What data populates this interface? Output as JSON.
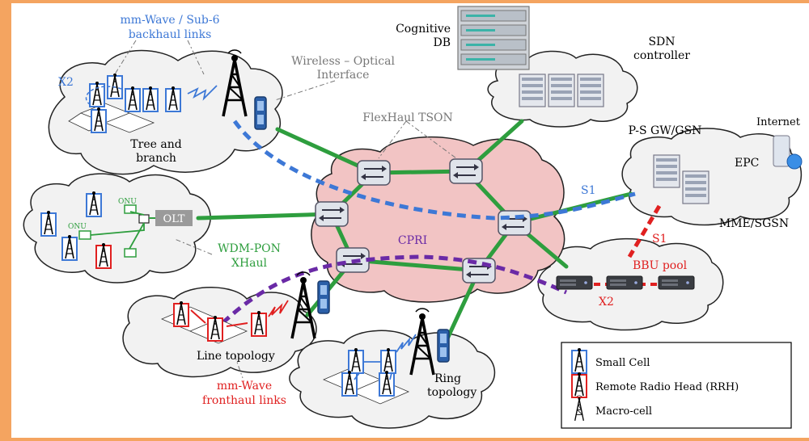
{
  "colors": {
    "border": "#f4a460",
    "cloud_fill": "#f2f2f2",
    "core_cloud_fill": "#f2c4c4",
    "link_green": "#2e9e3e",
    "dashed_blue": "#3d78d6",
    "dashed_purple": "#6a2aa6",
    "dashed_red": "#e02020",
    "text_blue": "#3d78d6",
    "text_green": "#2e9e3e",
    "text_red": "#e02020",
    "text_gray": "#777777"
  },
  "labels": {
    "mmwave_backhaul": [
      "mm-Wave / Sub-6",
      "backhaul links"
    ],
    "x2_left": "X2",
    "wireless_optical": [
      "Wireless – Optical",
      "Interface"
    ],
    "cognitive_db": [
      "Cognitive",
      "DB"
    ],
    "sdn_controller": [
      "SDN",
      "controller"
    ],
    "flexhaul": "FlexHaul TSON",
    "internet": "Internet",
    "psgw": "P-S GW/GSN",
    "epc": "EPC",
    "s1_top": "S1",
    "mme": "MME/SGSN",
    "s1_mid": "S1",
    "tree_branch": [
      "Tree and",
      "branch"
    ],
    "olt": "OLT",
    "onu": "ONU",
    "wdm_pon": [
      "WDM-PON",
      "XHaul"
    ],
    "cpri": "CPRI",
    "bbu_pool": "BBU pool",
    "x2_right": "X2",
    "line_topology": "Line topology",
    "mmwave_fronthaul": [
      "mm-Wave",
      "fronthaul links"
    ],
    "ring_topology": [
      "Ring",
      "topology"
    ]
  },
  "legend": [
    {
      "icon": "small-cell-icon",
      "label": "Small Cell",
      "color": "#3d78d6"
    },
    {
      "icon": "rrh-icon",
      "label": "Remote Radio Head (RRH)",
      "color": "#e02020"
    },
    {
      "icon": "macro-cell-icon",
      "label": "Macro-cell",
      "color": "#000000"
    }
  ]
}
